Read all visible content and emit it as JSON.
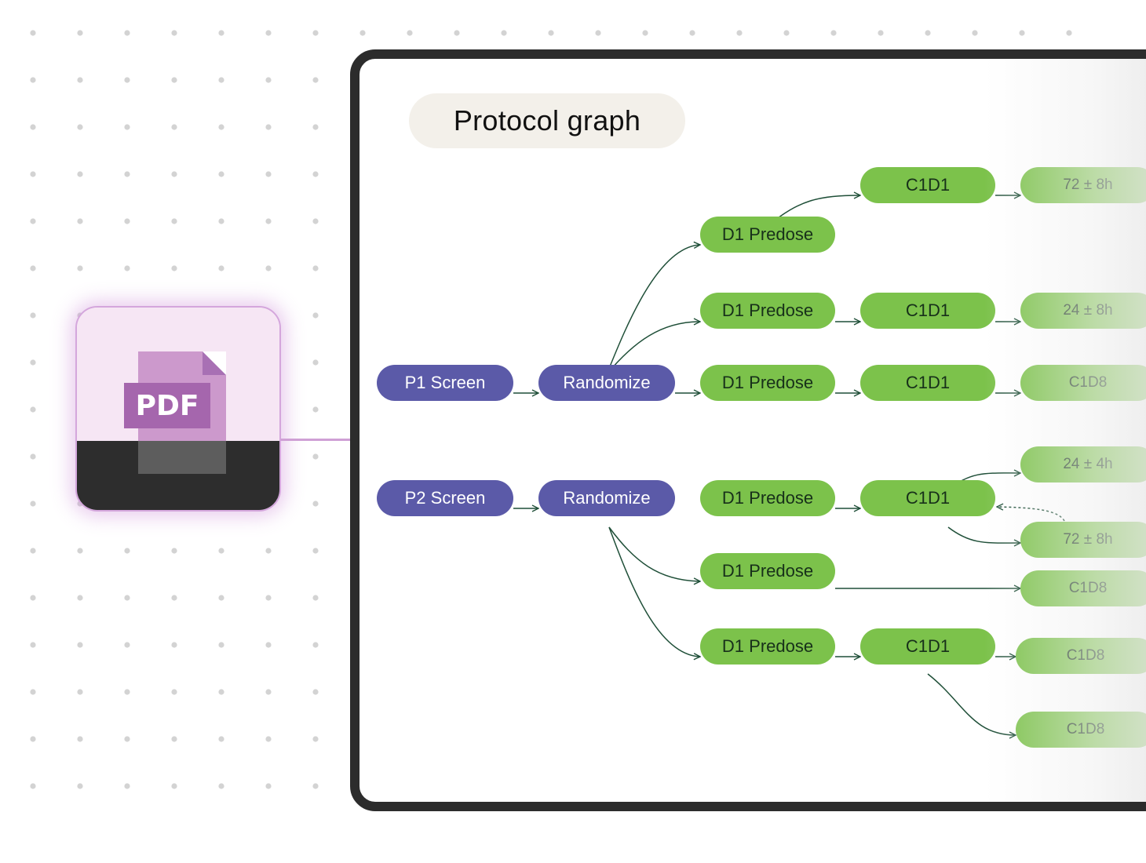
{
  "colors": {
    "accent_purple": "#5b5aa8",
    "node_green": "#7cc24b",
    "edge_color": "#1f4f38",
    "panel_border": "#2c2c2c",
    "pdf_accent": "#a566ad"
  },
  "pdf_icon": {
    "icon": "pdf-file-icon",
    "label": "PDF"
  },
  "panel": {
    "title": "Protocol graph"
  },
  "graph": {
    "nodes": {
      "p1_screen": "P1 Screen",
      "p1_randomize": "Randomize",
      "p2_screen": "P2 Screen",
      "p2_randomize": "Randomize",
      "d1_a": "D1 Predose",
      "d1_b": "D1 Predose",
      "d1_c": "D1 Predose",
      "d1_d": "D1 Predose",
      "d1_e": "D1 Predose",
      "d1_f": "D1 Predose",
      "c1d1_a": "C1D1",
      "c1d1_b": "C1D1",
      "c1d1_c": "C1D1",
      "c1d1_d": "C1D1",
      "c1d1_f": "C1D1",
      "t_72_a": "72 ± 8h",
      "t_24_a": "24 ± 8h",
      "c1d8_a": "C1D8",
      "t_24_b": "24 ± 4h",
      "t_72_b": "72 ± 8h",
      "c1d8_b": "C1D8",
      "c1d8_c": "C1D8",
      "c1d8_d": "C1D8"
    }
  }
}
